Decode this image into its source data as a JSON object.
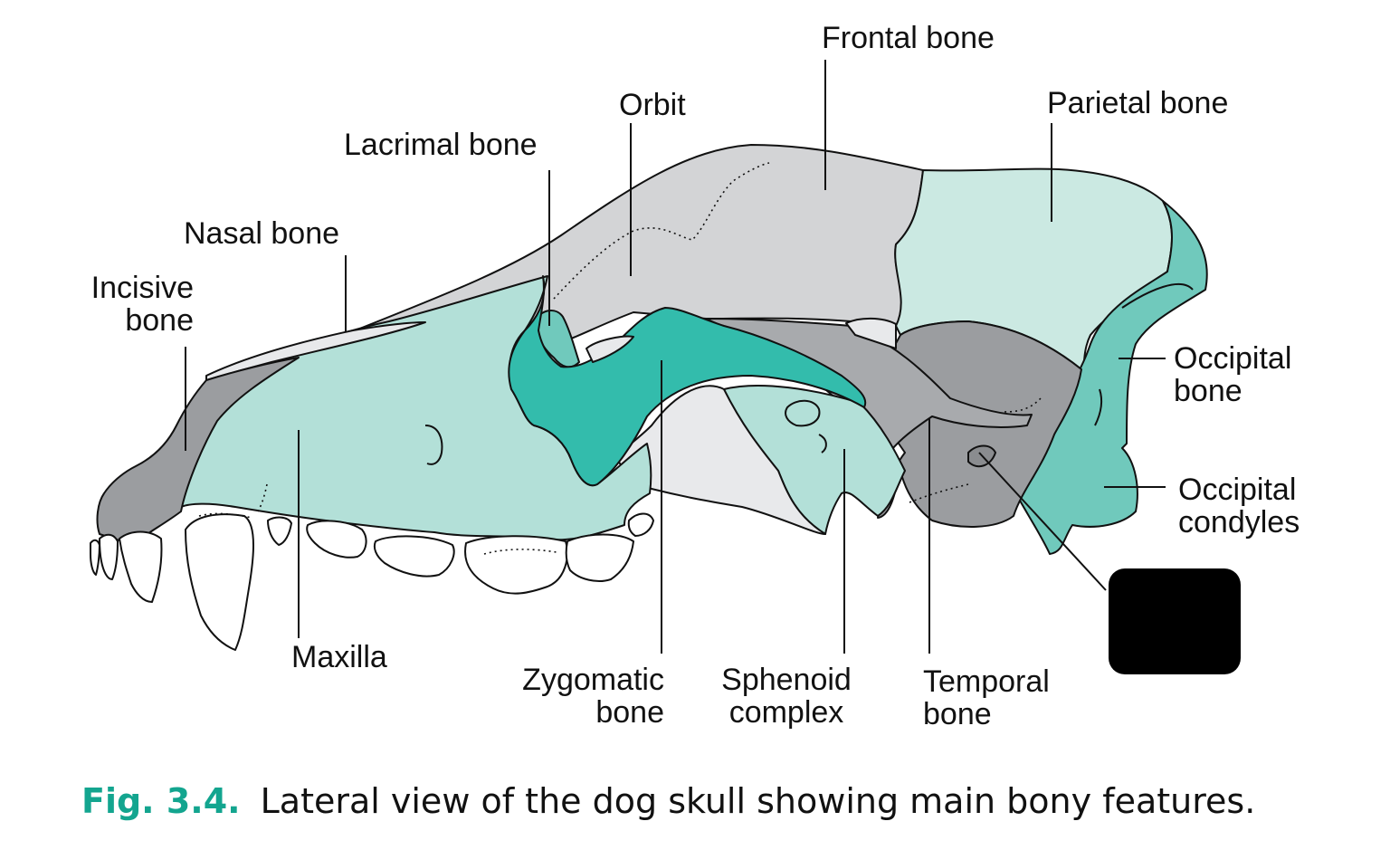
{
  "labels": {
    "frontal_bone": "Frontal bone",
    "orbit": "Orbit",
    "parietal_bone": "Parietal bone",
    "lacrimal_bone": "Lacrimal bone",
    "nasal_bone": "Nasal bone",
    "incisive_bone_1": "Incisive",
    "incisive_bone_2": "bone",
    "occipital_bone_1": "Occipital",
    "occipital_bone_2": "bone",
    "occipital_condyles_1": "Occipital",
    "occipital_condyles_2": "condyles",
    "maxilla": "Maxilla",
    "zygomatic_bone_1": "Zygomatic",
    "zygomatic_bone_2": "bone",
    "sphenoid_complex_1": "Sphenoid",
    "sphenoid_complex_2": "complex",
    "temporal_bone_1": "Temporal",
    "temporal_bone_2": "bone"
  },
  "caption": {
    "number": "Fig. 3.4.",
    "text": "Lateral view of the dog skull showing main bony features."
  },
  "colors": {
    "light_teal": "#b3e0d8",
    "pale_teal": "#cbe9e2",
    "teal": "#33bcac",
    "mid_teal": "#70c9bc",
    "light_grey": "#d3d4d6",
    "mid_grey": "#a8aaad",
    "dark_grey": "#9b9da0",
    "pale_grey": "#e8e9eb",
    "accent": "#13a58f"
  }
}
